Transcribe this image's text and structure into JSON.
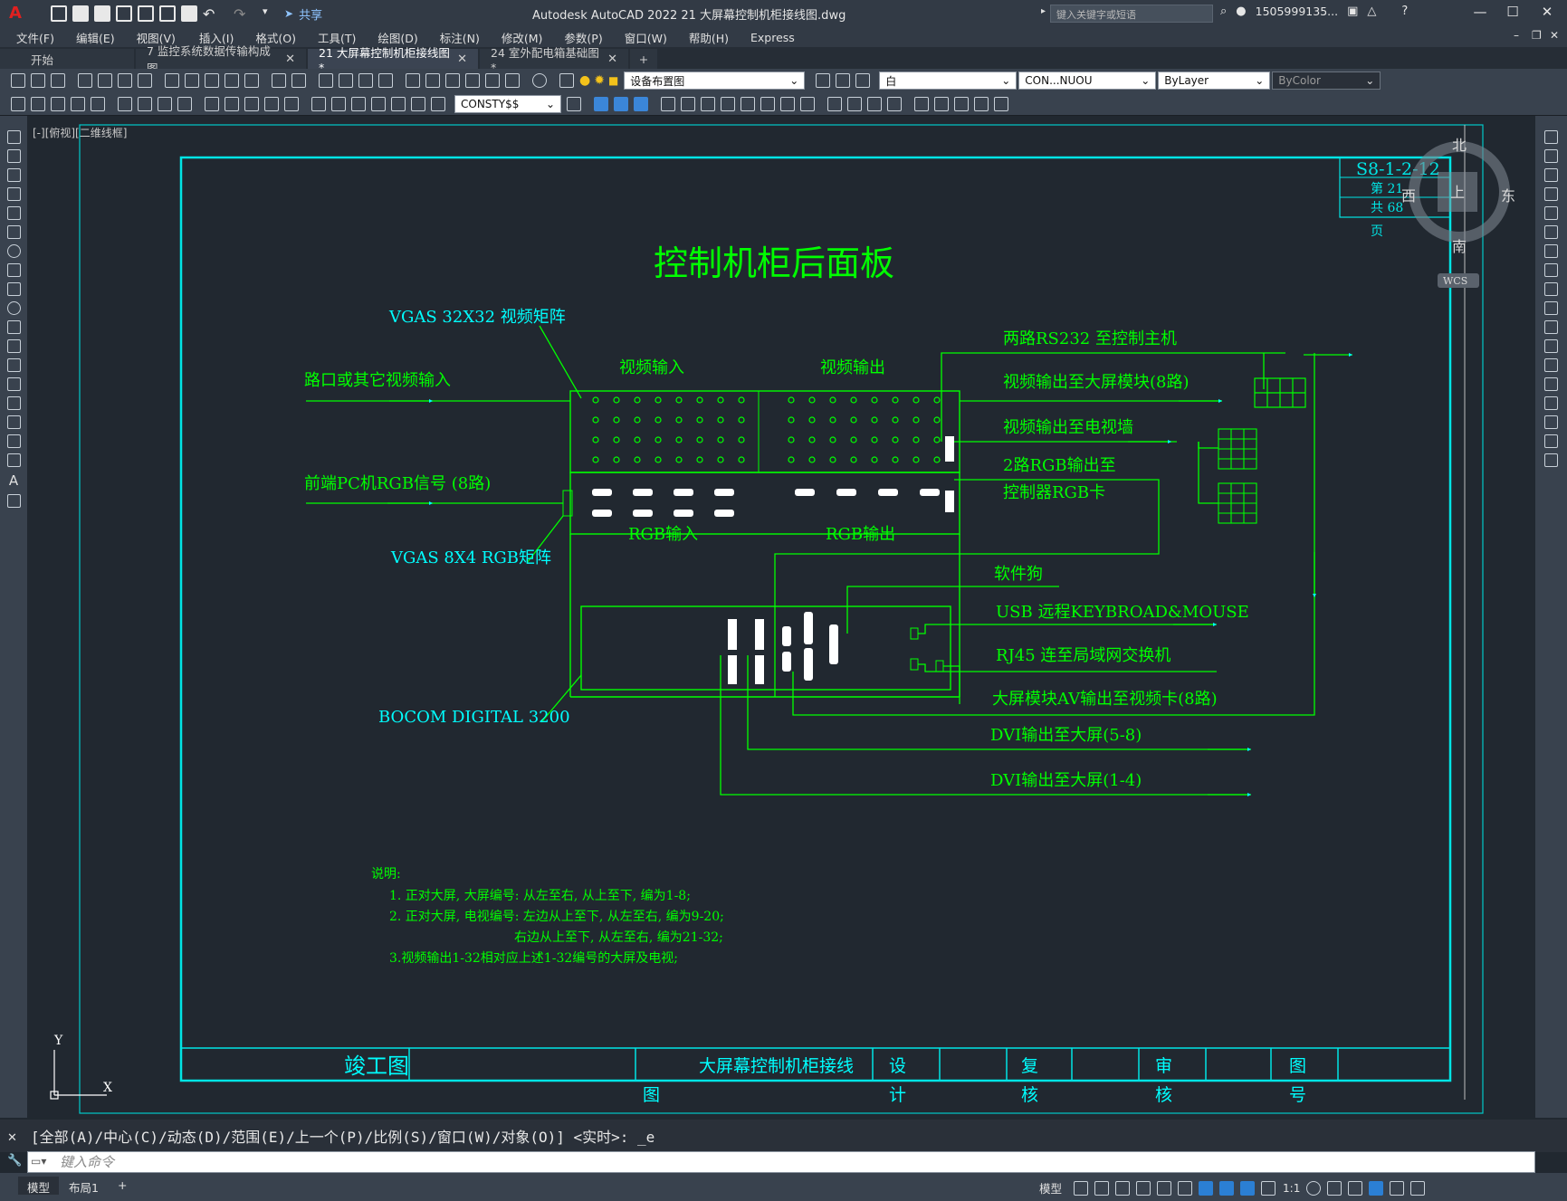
{
  "app": {
    "title": "Autodesk AutoCAD 2022    21    大屏幕控制机柜接线图.dwg",
    "share": "共享",
    "search_placeholder": "键入关键字或短语",
    "user": "1505999135..."
  },
  "menu": [
    "文件(F)",
    "编辑(E)",
    "视图(V)",
    "插入(I)",
    "格式(O)",
    "工具(T)",
    "绘图(D)",
    "标注(N)",
    "修改(M)",
    "参数(P)",
    "窗口(W)",
    "帮助(H)",
    "Express"
  ],
  "tabs": [
    {
      "label": "开始",
      "active": false,
      "closable": false
    },
    {
      "label": "7    监控系统数据传输构成图",
      "active": false,
      "closable": true
    },
    {
      "label": "21    大屏幕控制机柜接线图*",
      "active": true,
      "closable": true
    },
    {
      "label": "24    室外配电箱基础图*",
      "active": false,
      "closable": true
    }
  ],
  "toolbar": {
    "layer": "设备布置图",
    "color": "白",
    "linetype": "CON...NUOU",
    "lineweight": "ByLayer",
    "plotstyle": "ByColor",
    "textstyle": "CONSTY$$"
  },
  "viewport_label": "[-][俯视][二维线框]",
  "viewcube": {
    "north": "北",
    "south": "南",
    "east": "东",
    "west": "西",
    "top": "上",
    "wcs": "WCS"
  },
  "drawing": {
    "title": "控制机柜后面板",
    "sheet_no": "S8-1-2-12",
    "sheet_ord": "第 21",
    "sheet_total": "共 68",
    "sheet_unit": "页",
    "labels": {
      "vgas32": "VGAS 32X32 视频矩阵",
      "road_input": "路口或其它视频输入",
      "video_in": "视频输入",
      "video_out": "视频输出",
      "rs232": "两路RS232 至控制主机",
      "to_bigscreen": "视频输出至大屏模块(8路)",
      "to_tvwall": "视频输出至电视墙",
      "rgb_out2a": "2路RGB输出至",
      "rgb_out2b": "控制器RGB卡",
      "pc_rgb": "前端PC机RGB信号 (8路)",
      "rgb_in": "RGB输入",
      "rgb_out": "RGB输出",
      "vgas8x4": "VGAS 8X4 RGB矩阵",
      "dongle": "软件狗",
      "usb": "USB 远程KEYBROAD&MOUSE",
      "rj45": "RJ45 连至局域网交换机",
      "av_out": "大屏模块AV输出至视频卡(8路)",
      "dvi58": "DVI输出至大屏(5-8)",
      "dvi14": "DVI输出至大屏(1-4)",
      "bocom": "BOCOM DIGITAL 3200"
    },
    "notes": {
      "head": "说明:",
      "n1": "1. 正对大屏, 大屏编号: 从左至右, 从上至下, 编为1-8;",
      "n2": "2. 正对大屏, 电视编号: 左边从上至下, 从左至右, 编为9-20;",
      "n2b": "右边从上至下, 从左至右, 编为21-32;",
      "n3": "3.视频输出1-32相对应上述1-32编号的大屏及电视;"
    },
    "titleblock": {
      "jungong": "竣工图",
      "name": "大屏幕控制机柜接线",
      "name2": "图",
      "design": "设",
      "design2": "计",
      "check": "复",
      "check2": "核",
      "review": "审",
      "review2": "核",
      "dwgno": "图",
      "dwgno2": "号"
    }
  },
  "command": {
    "history": "[全部(A)/中心(C)/动态(D)/范围(E)/上一个(P)/比例(S)/窗口(W)/对象(O)] <实时>: _e",
    "placeholder": "键入命令"
  },
  "status": {
    "model_tab": "模型",
    "layout_tab": "布局1",
    "model_btn": "模型",
    "scale": "1:1"
  },
  "ucs": {
    "x": "X",
    "y": "Y"
  }
}
